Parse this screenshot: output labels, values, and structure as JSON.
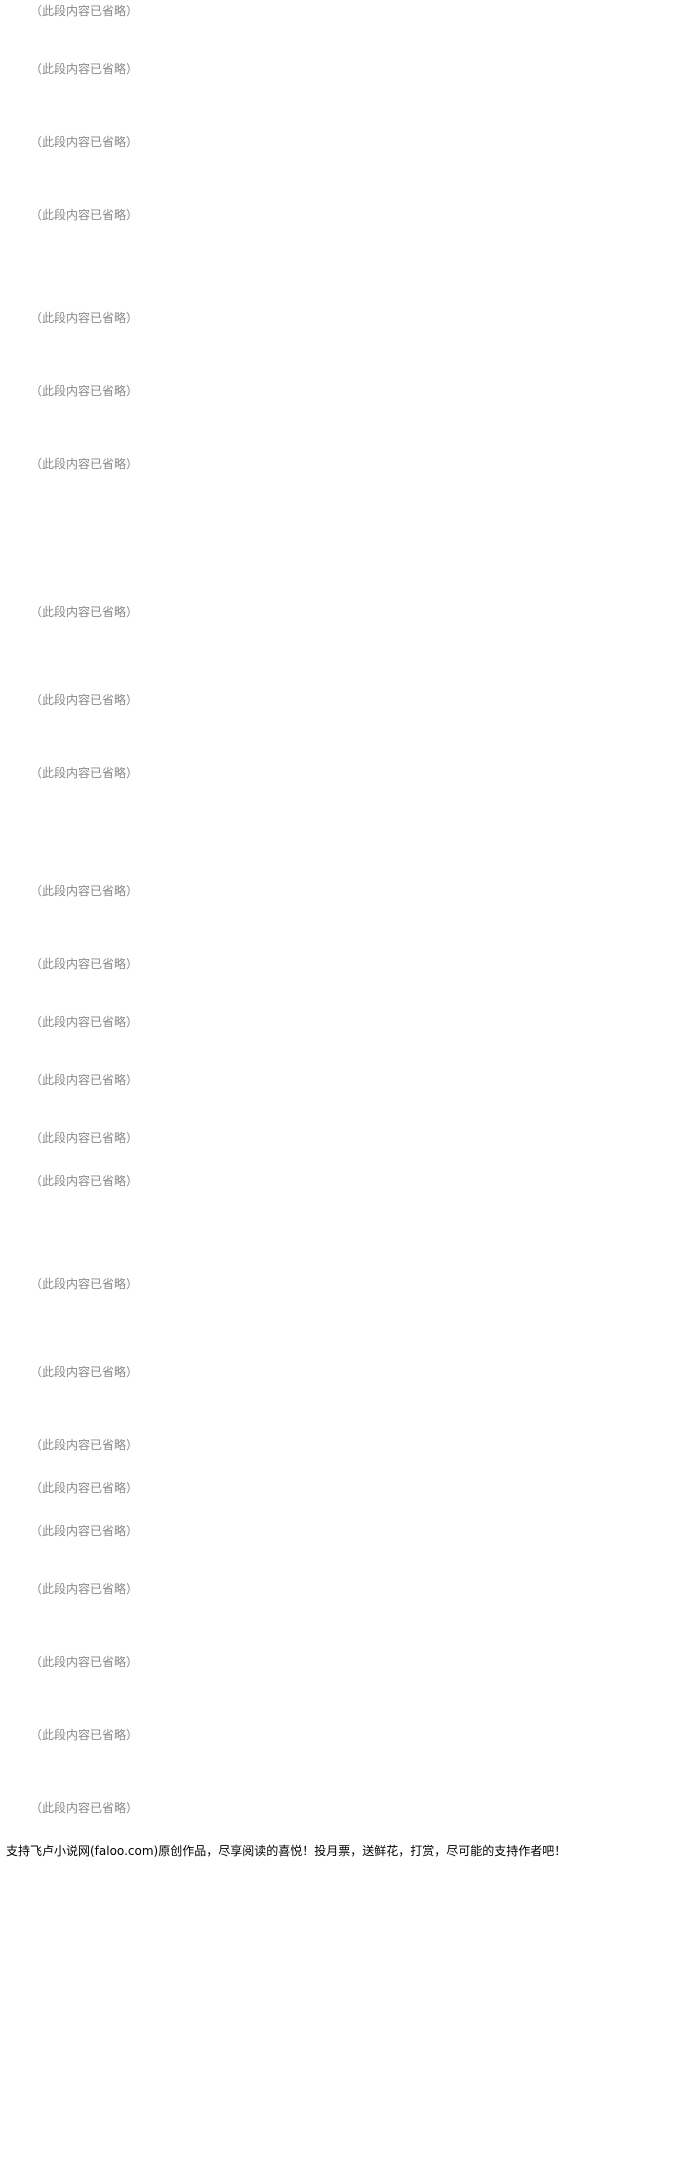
{
  "article": {
    "omitted_placeholder": "（此段内容已省略）",
    "paragraphs": [
      "（此段内容已省略）",
      "（此段内容已省略）",
      "（此段内容已省略）",
      "（此段内容已省略）",
      "（此段内容已省略）",
      "（此段内容已省略）",
      "（此段内容已省略）",
      "（此段内容已省略）",
      "（此段内容已省略）",
      "（此段内容已省略）",
      "（此段内容已省略）",
      "（此段内容已省略）",
      "（此段内容已省略）",
      "（此段内容已省略）",
      "（此段内容已省略）",
      "（此段内容已省略）",
      "（此段内容已省略）",
      "（此段内容已省略）",
      "（此段内容已省略）",
      "（此段内容已省略）",
      "（此段内容已省略）",
      "（此段内容已省略）",
      "（此段内容已省略）",
      "（此段内容已省略）",
      "（此段内容已省略）"
    ],
    "footer": "支持飞卢小说网(faloo.com)原创作品，尽享阅读的喜悦！投月票，送鲜花，打赏，尽可能的支持作者吧！"
  }
}
